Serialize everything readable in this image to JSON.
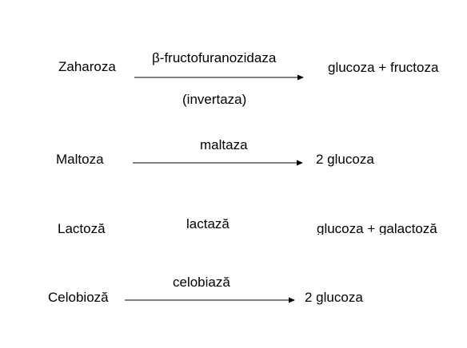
{
  "reactions": [
    {
      "substrate": "Zaharoza",
      "enzyme": "β-fructofuranozidaza",
      "enzyme_note": "(invertaza)",
      "products": "glucoza + fructoza"
    },
    {
      "substrate": "Maltoza",
      "enzyme": "maltaza",
      "products": "2 glucoza"
    },
    {
      "substrate": "Lactoză",
      "enzyme": "lactază",
      "products": "glucoza + galactoză"
    },
    {
      "substrate": "Celobioză",
      "enzyme": "celobiază",
      "products": "2 glucoza"
    }
  ],
  "colors": {
    "text": "#000000",
    "arrow": "#000000",
    "background": "#ffffff"
  }
}
